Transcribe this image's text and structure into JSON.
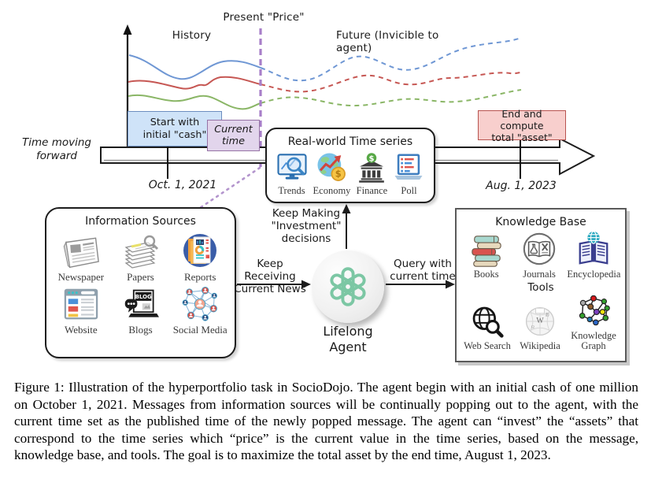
{
  "figure": {
    "axis": {
      "history_label": "History",
      "present_label": "Present \"Price\"",
      "future_label": "Future (Invicible to agent)"
    },
    "timeline": {
      "time_moving_label": "Time moving\nforward",
      "start_box_label": "Start with\ninitial \"cash\"",
      "current_time_label": "Current\ntime",
      "end_box_label": "End and compute\ntotal \"asset\"",
      "start_date": "Oct. 1, 2021",
      "end_date": "Aug. 1, 2023"
    },
    "timeseries_box": {
      "title": "Real-world Time series",
      "items": [
        {
          "label": "Trends",
          "icon": "trends-icon"
        },
        {
          "label": "Economy",
          "icon": "economy-icon"
        },
        {
          "label": "Finance",
          "icon": "finance-icon"
        },
        {
          "label": "Poll",
          "icon": "poll-icon"
        }
      ]
    },
    "info_box": {
      "title": "Information Sources",
      "items": [
        {
          "label": "Newspaper",
          "icon": "newspaper-icon"
        },
        {
          "label": "Papers",
          "icon": "papers-icon"
        },
        {
          "label": "Reports",
          "icon": "reports-icon"
        },
        {
          "label": "Website",
          "icon": "website-icon"
        },
        {
          "label": "Blogs",
          "icon": "blogs-icon"
        },
        {
          "label": "Social Media",
          "icon": "social-media-icon"
        }
      ]
    },
    "agent": {
      "label": "Lifelong\nAgent",
      "icon": "openai-logo-icon"
    },
    "arrows": {
      "invest_label": "Keep Making\n\"Investment\"\ndecisions",
      "receive_label": "Keep Receiving\nCurrent News",
      "query_label": "Query with\ncurrent time"
    },
    "kb_box": {
      "title": "Knowledge Base",
      "kb_items": [
        {
          "label": "Books",
          "icon": "books-icon"
        },
        {
          "label": "Journals",
          "icon": "journals-icon"
        },
        {
          "label": "Encyclopedia",
          "icon": "encyclopedia-icon"
        }
      ],
      "tools_title": "Tools",
      "tool_items": [
        {
          "label": "Web Search",
          "icon": "web-search-icon"
        },
        {
          "label": "Wikipedia",
          "icon": "wikipedia-icon"
        },
        {
          "label": "Knowledge Graph",
          "icon": "knowledge-graph-icon"
        }
      ]
    },
    "colors": {
      "series_blue": "#6f97d4",
      "series_red": "#c65753",
      "series_green": "#8ab666",
      "present_line_purple": "#a87fc9",
      "start_box_bg": "#cfe3f8",
      "start_box_border": "#6c8ebf",
      "current_box_bg": "#e2d5ec",
      "current_box_border": "#9673a6",
      "end_box_bg": "#f8cfcd",
      "end_box_border": "#b85450",
      "agent_logo_green": "#7cc7a4"
    }
  },
  "caption": "Figure 1: Illustration of the hyperportfolio task in SocioDojo. The agent begin with an initial cash of one million on October 1, 2021. Messages from information sources will be continually popping out to the agent, with the current time set as the published time of the newly popped message. The agent can “invest” the “assets” that correspond to the time series which “price” is the current value in the time series, based on the message, knowledge base, and tools. The goal is to maximize the total asset by the end time, August 1, 2023."
}
